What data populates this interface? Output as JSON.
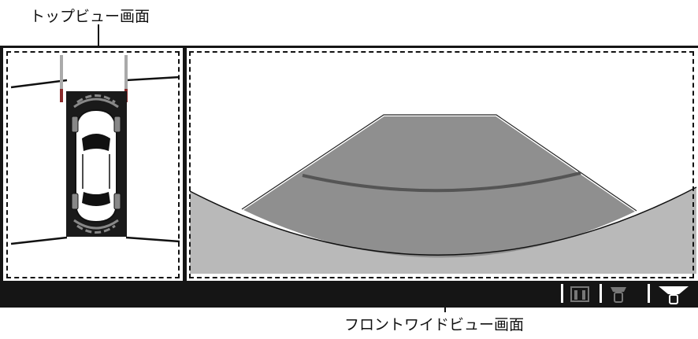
{
  "callouts": {
    "top_view": "トップビュー画面",
    "front_wide_view": "フロントワイドビュー画面"
  },
  "screen": {
    "panels": [
      {
        "name": "top-view-panel",
        "dashed_outline": true
      },
      {
        "name": "front-wide-view-panel",
        "dashed_outline": true
      }
    ],
    "status_bar": {
      "background": "#151515",
      "icons": [
        "front-camera-mode-icon",
        "top-view-mode-icon",
        "front-wide-view-mode-icon"
      ],
      "active_icon": "front-wide-view-mode-icon"
    }
  },
  "colors": {
    "screen_bg": "#ffffff",
    "frame": "#151515",
    "guide_area": "#8f8f8f",
    "ground": "#b9b9b9",
    "guide_line": "#555555",
    "car_dark": "#1a1a1a"
  }
}
